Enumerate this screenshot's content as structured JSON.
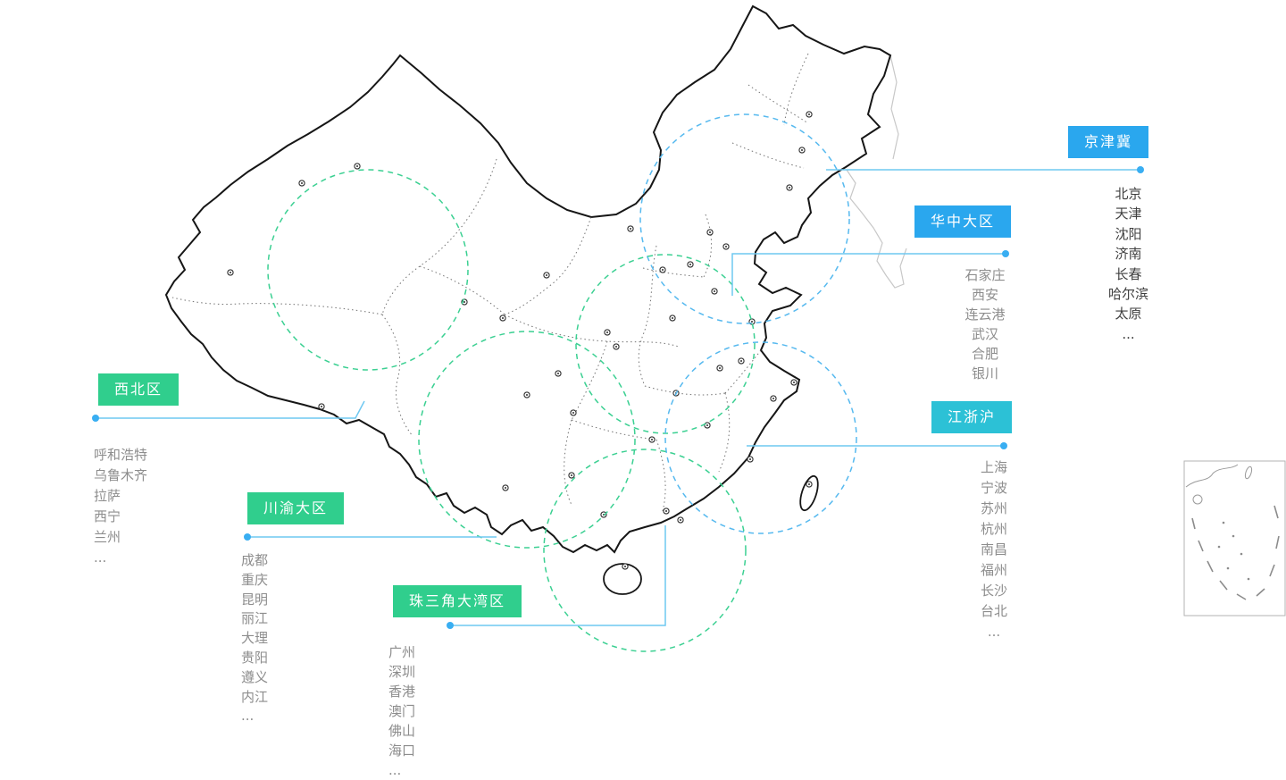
{
  "page": {
    "title": "中国区域覆盖地图",
    "background": "#ffffff"
  },
  "theme": {
    "label_blue": "#2aa7ee",
    "label_cyan": "#2cc1d6",
    "label_green": "#30ce8d",
    "connector_color": "#6fc8f1",
    "connector_dot_color": "#39aef2",
    "circle_blue": "#56b9ef",
    "circle_green": "#3bd092",
    "city_text_dark": "#3f3f3f",
    "city_text_gray": "#8d8d8d"
  },
  "regions": [
    {
      "id": "jingjinji",
      "label": "京津冀",
      "color": "#2aa7ee",
      "cities": [
        "北京",
        "天津",
        "沈阳",
        "济南",
        "长春",
        "哈尔滨",
        "太原",
        "..."
      ]
    },
    {
      "id": "huazhong",
      "label": "华中大区",
      "color": "#2aa7ee",
      "cities": [
        "石家庄",
        "西安",
        "连云港",
        "武汉",
        "合肥",
        "银川"
      ]
    },
    {
      "id": "xibei",
      "label": "西北区",
      "color": "#30ce8d",
      "cities": [
        "呼和浩特",
        "乌鲁木齐",
        "拉萨",
        "西宁",
        "兰州",
        "..."
      ]
    },
    {
      "id": "chuanyu",
      "label": "川渝大区",
      "color": "#30ce8d",
      "cities": [
        "成都",
        "重庆",
        "昆明",
        "丽江",
        "大理",
        "贵阳",
        "遵义",
        "内江",
        "..."
      ]
    },
    {
      "id": "zhusanjiao",
      "label": "珠三角大湾区",
      "color": "#30ce8d",
      "cities": [
        "广州",
        "深圳",
        "香港",
        "澳门",
        "佛山",
        "海口",
        "..."
      ]
    },
    {
      "id": "jiangzhehu",
      "label": "江浙沪",
      "color": "#2cc1d6",
      "cities": [
        "上海",
        "宁波",
        "苏州",
        "杭州",
        "南昌",
        "福州",
        "长沙",
        "台北",
        "..."
      ]
    }
  ]
}
